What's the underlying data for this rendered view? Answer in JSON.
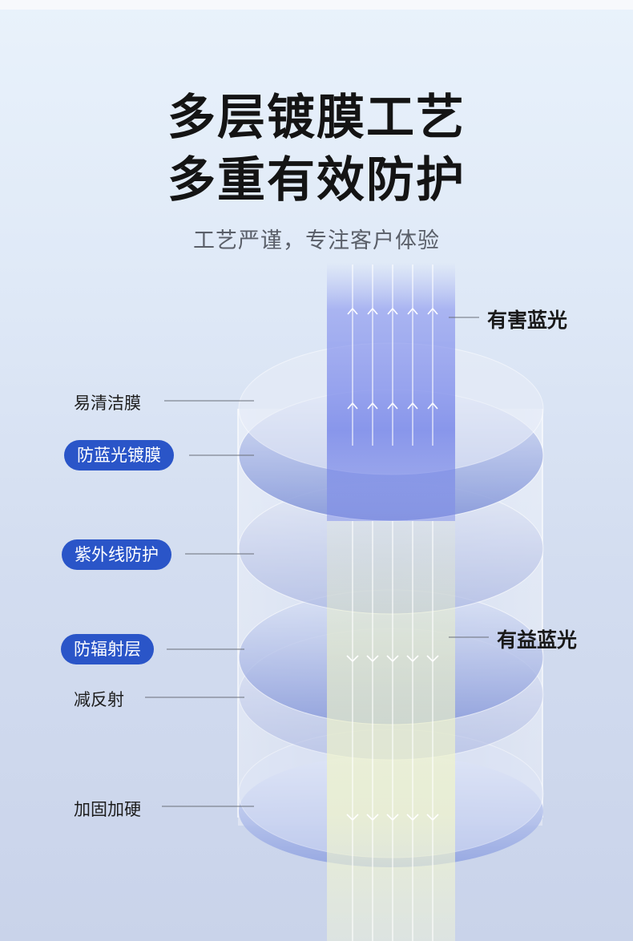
{
  "header": {
    "title_line1": "多层镀膜工艺",
    "title_line2": "多重有效防护",
    "subtitle": "工艺严谨，专注客户体验"
  },
  "layers": {
    "easy_clean": "易清洁膜",
    "anti_blue_coating": "防蓝光镀膜",
    "uv_protection": "紫外线防护",
    "anti_radiation": "防辐射层",
    "anti_reflection": "减反射",
    "hardening": "加固加硬"
  },
  "beams": {
    "harmful": "有害蓝光",
    "beneficial": "有益蓝光"
  },
  "colors": {
    "accent_blue": "#2a55c8",
    "harmful_beam": "#6f7fe8",
    "beneficial_beam": "#eef3c4"
  },
  "icons": {
    "up_arrow": "up-arrow-icon",
    "down_arrow": "down-arrow-icon"
  }
}
